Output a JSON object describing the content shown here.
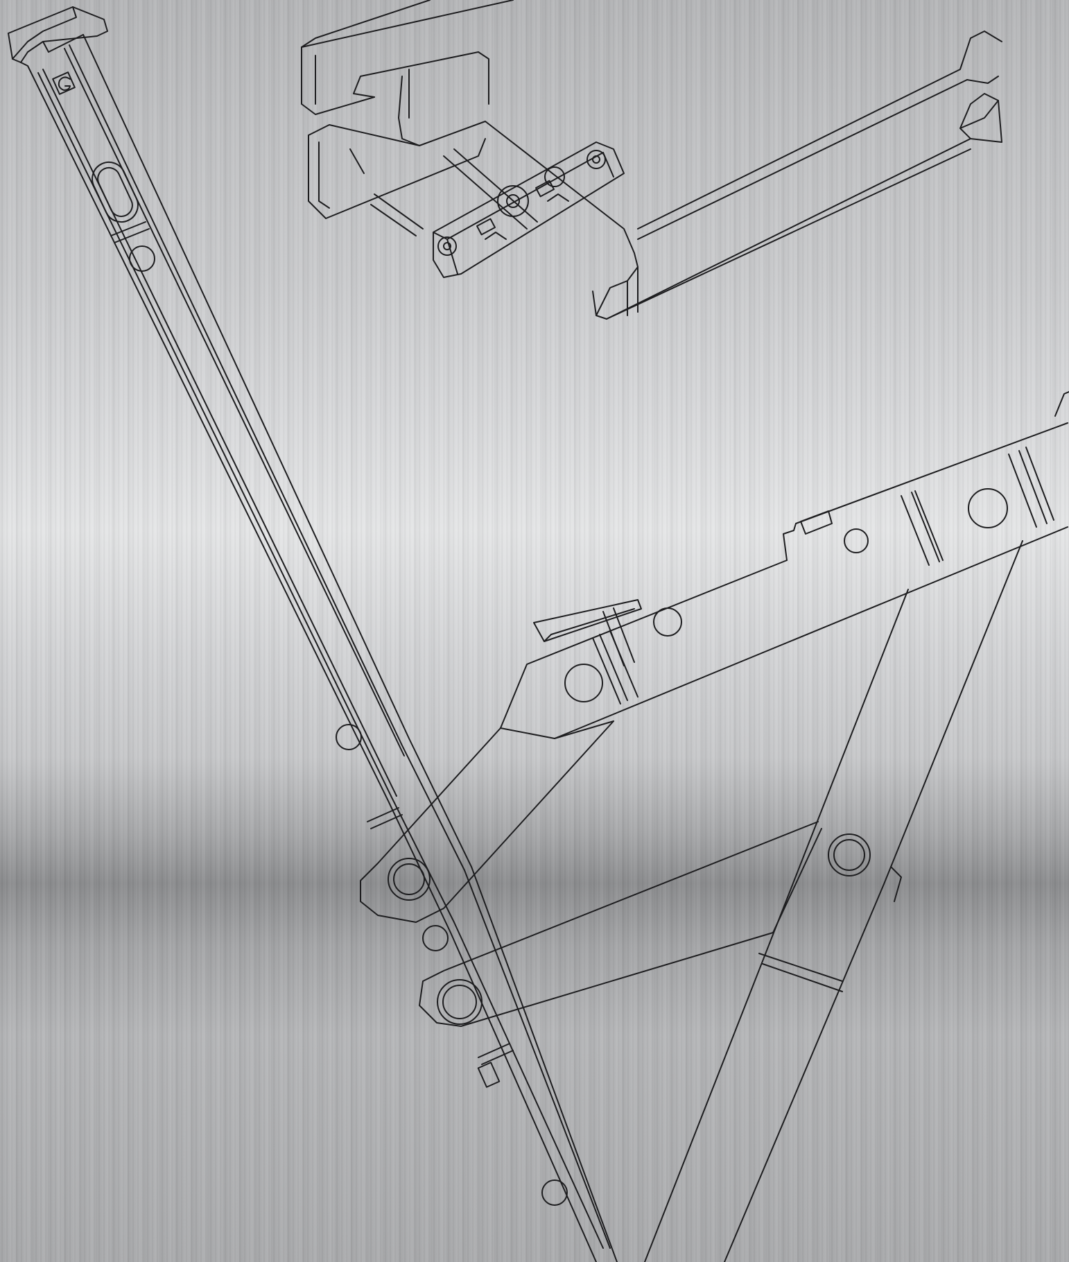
{
  "background": {
    "style": "brushed-metal",
    "base_color": "#bfc0c2",
    "highlight_color": "#e4e5e6",
    "shadow_color": "#8b8c8e"
  },
  "illustration": {
    "line_color": "#1d1d1f",
    "logo_letter": "G",
    "subjects": [
      "window-friction-stay-hinge",
      "window-handle"
    ]
  }
}
